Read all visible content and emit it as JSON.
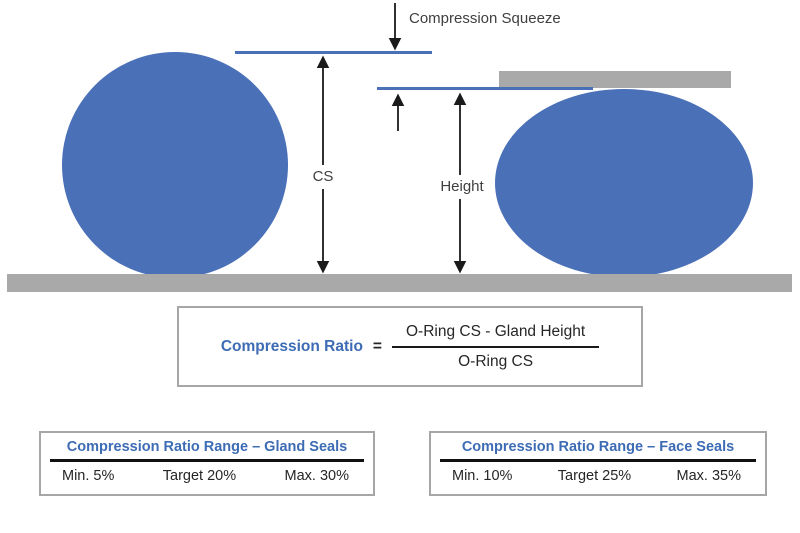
{
  "colors": {
    "oring_blue": "#4A70B8",
    "surface_gray": "#A9A9A9",
    "accent_text_blue": "#3D6CB4",
    "box_border_gray": "#A6A6A6",
    "label_dark": "#3F3F3F",
    "arrow_black": "#1a1a1a"
  },
  "diagram": {
    "squeeze_label": "Compression Squeeze",
    "cs_label": "CS",
    "height_label": "Height",
    "shapes": {
      "uncompressed_oring": "blue circle resting on lower surface",
      "compressed_oring": "blue ellipse squeezed between gland bar and lower surface"
    }
  },
  "formula": {
    "lhs": "Compression Ratio",
    "equals": "=",
    "numerator": "O-Ring CS - Gland Height",
    "denominator": "O-Ring CS"
  },
  "tables": [
    {
      "title": "Compression Ratio Range – Gland Seals",
      "values": [
        "Min. 5%",
        "Target 20%",
        "Max. 30%"
      ]
    },
    {
      "title": "Compression Ratio Range – Face Seals",
      "values": [
        "Min. 10%",
        "Target 25%",
        "Max. 35%"
      ]
    }
  ]
}
